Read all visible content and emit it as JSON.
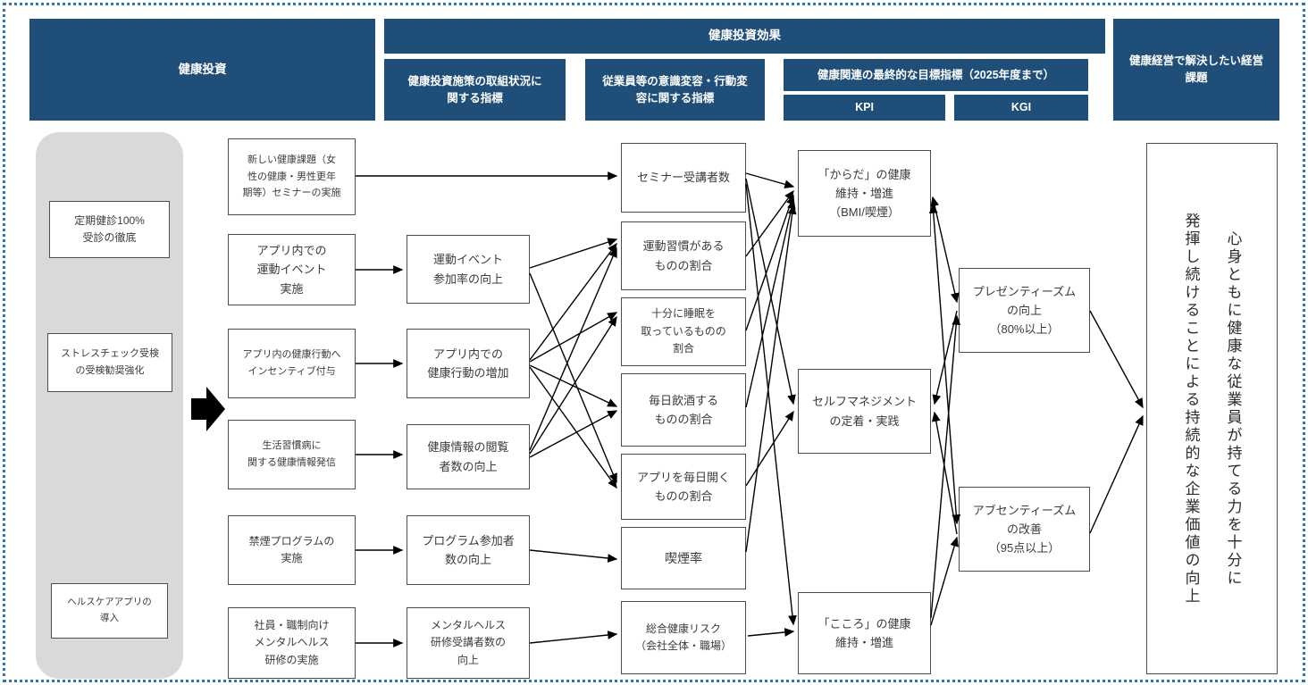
{
  "header": {
    "investment": "健康投資",
    "effect": "健康投資効果",
    "status_indicator": "健康投資施策の取組状況に\n関する指標",
    "awareness_indicator": "従業員等の意識変容・行動変\n容に関する指標",
    "final_target": "健康関連の最終的な目標指標（2025年度まで）",
    "kpi": "KPI",
    "kgi": "KGI",
    "management_issue": "健康経営で解決したい経営\n課題"
  },
  "investment_group": {
    "items": [
      {
        "label": "定期健診100%\n受診の徹底"
      },
      {
        "label": "ストレスチェック受検\nの受検勧奨強化"
      },
      {
        "label": "ヘルスケアアプリの\n導入"
      }
    ]
  },
  "initiatives": [
    {
      "label": "新しい健康課題（女\n性の健康・男性更年\n期等）セミナーの実施"
    },
    {
      "label": "アプリ内での\n運動イベント\n実施"
    },
    {
      "label": "アプリ内の健康行動へ\nインセンティブ付与"
    },
    {
      "label": "生活習慣病に\n関する健康情報発信"
    },
    {
      "label": "禁煙プログラムの\n実施"
    },
    {
      "label": "社員・職制向け\nメンタルヘルス\n研修の実施"
    }
  ],
  "status_indicators": [
    {
      "label": "運動イベント\n参加率の向上"
    },
    {
      "label": "アプリ内での\n健康行動の増加"
    },
    {
      "label": "健康情報の閲覧\n者数の向上"
    },
    {
      "label": "プログラム参加者\n数の向上"
    },
    {
      "label": "メンタルヘルス\n研修受講者数の\n向上"
    }
  ],
  "awareness_indicators": [
    {
      "label": "セミナー受講者数"
    },
    {
      "label": "運動習慣がある\nものの割合"
    },
    {
      "label": "十分に睡眠を\n取っているものの\n割合"
    },
    {
      "label": "毎日飲酒する\nものの割合"
    },
    {
      "label": "アプリを毎日開く\nものの割合"
    },
    {
      "label": "喫煙率"
    },
    {
      "label": "総合健康リスク\n（会社全体・職場）"
    }
  ],
  "kpi_items": [
    {
      "label": "「からだ」の健康\n維持・増進\n（BMI/喫煙）"
    },
    {
      "label": "セルフマネジメント\nの定着・実践"
    },
    {
      "label": "「こころ」の健康\n維持・増進"
    }
  ],
  "kgi_items": [
    {
      "label": "プレゼンティーズム\nの向上\n（80%以上）"
    },
    {
      "label": "アブセンティーズム\nの改善\n（95点以上）"
    }
  ],
  "goal": {
    "line1": "心身ともに健康な従業員が持てる力を十分に",
    "line2": "発揮し続けることによる持続的な企業価値の向上"
  },
  "colors": {
    "header_navy": "#1f4e79",
    "panel_gray": "#d9d9d9",
    "box_border": "#4d4d4d",
    "frame_dotted_blue": "#2e75b6",
    "arrow_black": "#000000"
  }
}
